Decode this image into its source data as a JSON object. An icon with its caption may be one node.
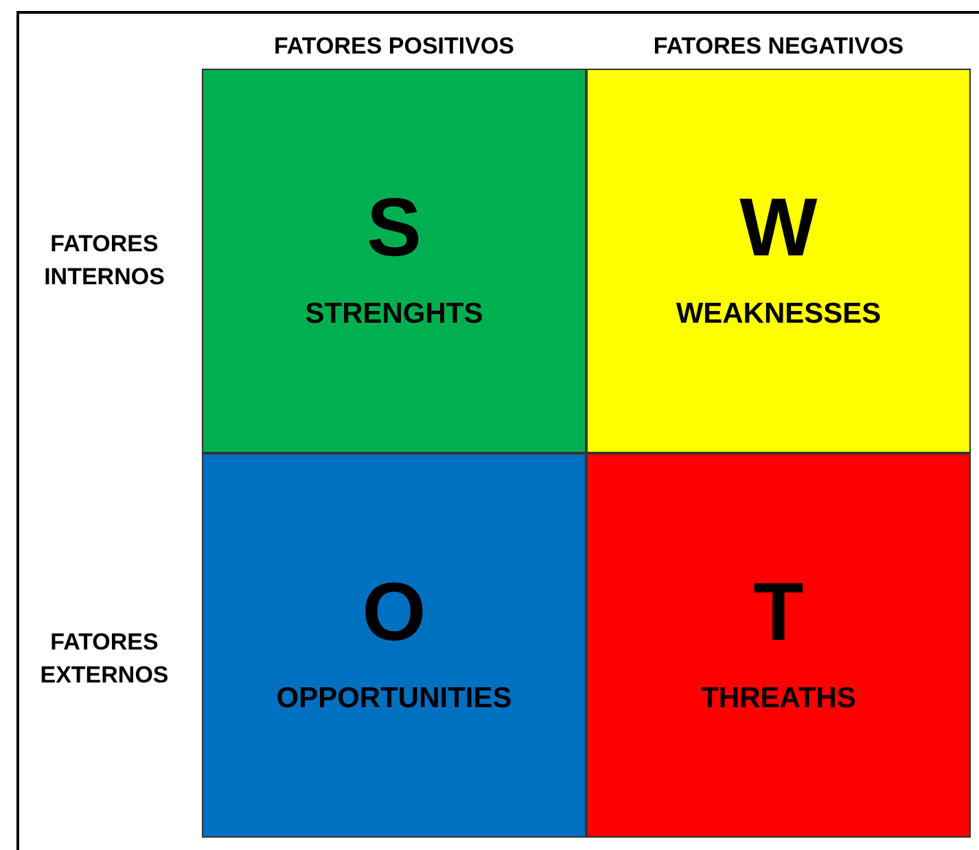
{
  "diagram": {
    "nodes": [
      {
        "text": [
          "S",
          "STRENGHTS"
        ]
      },
      {
        "text": [
          "W",
          "WEAKNESSES"
        ]
      },
      {
        "text": [
          "O",
          "OPPORTUNITIES"
        ]
      },
      {
        "text": [
          "T",
          "THREATHS"
        ]
      }
    ],
    "labels": [
      "FATORES POSITIVOS",
      "FATORES NEGATIVOS",
      "FATORES INTERNOS",
      "FATORES EXTERNOS"
    ]
  }
}
